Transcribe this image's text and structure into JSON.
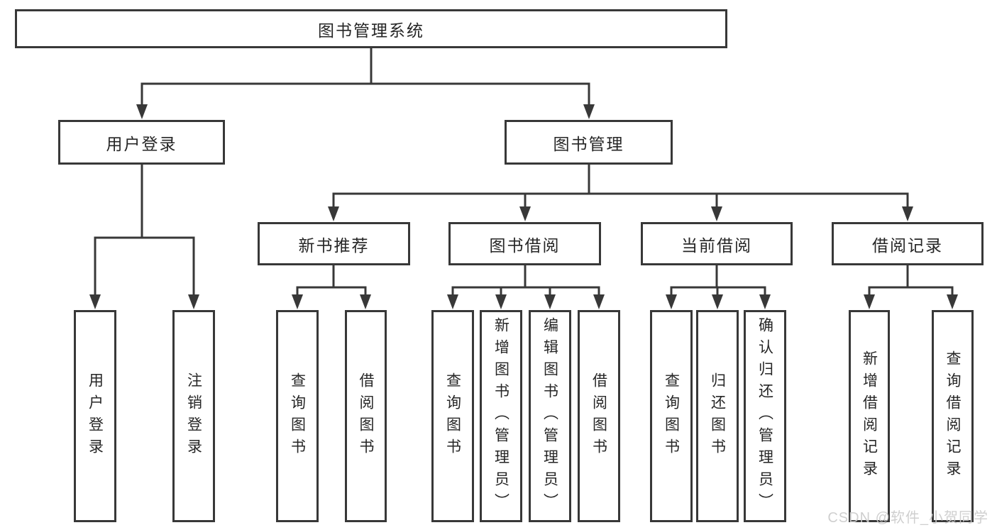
{
  "diagram": {
    "type": "hierarchy",
    "tree": {
      "label": "图书管理系统",
      "children": [
        {
          "label": "用户登录",
          "children": [
            {
              "label": "用户登录"
            },
            {
              "label": "注销登录"
            }
          ]
        },
        {
          "label": "图书管理",
          "children": [
            {
              "label": "新书推荐",
              "children": [
                {
                  "label": "查询图书"
                },
                {
                  "label": "借阅图书"
                }
              ]
            },
            {
              "label": "图书借阅",
              "children": [
                {
                  "label": "查询图书"
                },
                {
                  "label": "新增图书（管理员）"
                },
                {
                  "label": "编辑图书（管理员）"
                },
                {
                  "label": "借阅图书"
                }
              ]
            },
            {
              "label": "当前借阅",
              "children": [
                {
                  "label": "查询图书"
                },
                {
                  "label": "归还图书"
                },
                {
                  "label": "确认归还（管理员）"
                }
              ]
            },
            {
              "label": "借阅记录",
              "children": [
                {
                  "label": "新增借阅记录"
                },
                {
                  "label": "查询借阅记录"
                }
              ]
            }
          ]
        }
      ]
    },
    "colors": {
      "line": "#383838",
      "box_border": "#383838",
      "box_fill": "#ffffff",
      "text": "#262626",
      "background": "#ffffff",
      "watermark_text_color": "#cccccc"
    }
  },
  "watermark": {
    "text": "CSDN @软件_小贺同学"
  }
}
